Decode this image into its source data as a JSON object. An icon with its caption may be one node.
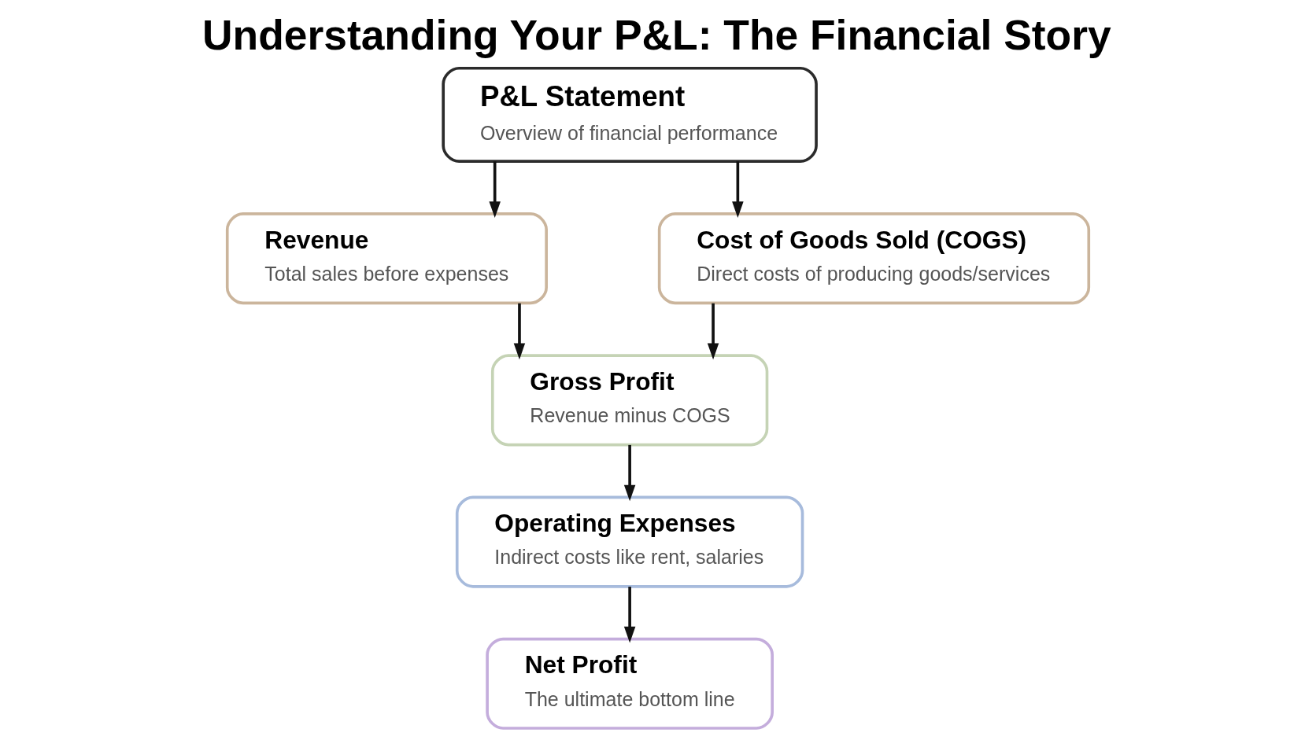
{
  "diagram": {
    "title": "Understanding Your P&L: The Financial Story",
    "nodes": [
      {
        "text": [
          "P&L Statement",
          "Overview of financial performance"
        ]
      },
      {
        "text": [
          "Revenue",
          "Total sales before expenses"
        ]
      },
      {
        "text": [
          "Cost of Goods Sold (COGS)",
          "Direct costs of producing goods/services"
        ]
      },
      {
        "text": [
          "Gross Profit",
          "Revenue minus COGS"
        ]
      },
      {
        "text": [
          "Operating Expenses",
          "Indirect costs like rent, salaries"
        ]
      },
      {
        "text": [
          "Net Profit",
          "The ultimate bottom line"
        ]
      }
    ],
    "edges": [
      {
        "from": 0,
        "to": 1,
        "arrow": "to"
      },
      {
        "from": 0,
        "to": 2,
        "arrow": "to"
      },
      {
        "from": 1,
        "to": 3,
        "arrow": "to"
      },
      {
        "from": 2,
        "to": 3,
        "arrow": "to"
      },
      {
        "from": 3,
        "to": 4,
        "arrow": "to"
      },
      {
        "from": 4,
        "to": 5,
        "arrow": "to"
      }
    ]
  }
}
